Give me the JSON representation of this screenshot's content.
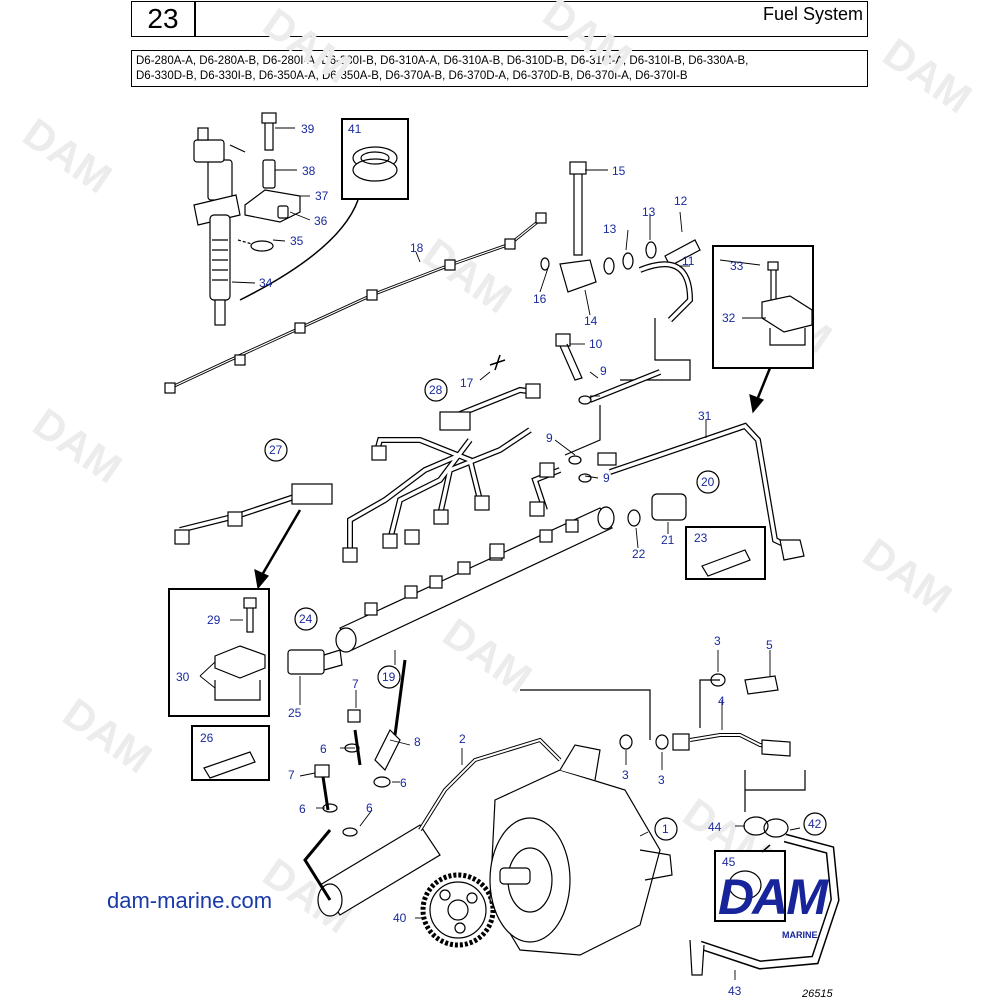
{
  "header": {
    "page_number": "23",
    "title": "Fuel System",
    "models_line1": "D6-280A-A, D6-280A-B, D6-280I-A, D6-280I-B, D6-310A-A, D6-310A-B, D6-310D-B, D6-310I-A, D6-310I-B, D6-330A-B,",
    "models_line2": "D6-330D-B, D6-330I-B, D6-350A-A, D6-350A-B, D6-370A-B, D6-370D-A, D6-370D-B, D6-370I-A, D6-370I-B"
  },
  "callouts": {
    "c1": "1",
    "c2": "2",
    "c3a": "3",
    "c3b": "3",
    "c3c": "3",
    "c4": "4",
    "c5": "5",
    "c6a": "6",
    "c6b": "6",
    "c6c": "6",
    "c6d": "6",
    "c7a": "7",
    "c7b": "7",
    "c8": "8",
    "c9a": "9",
    "c9b": "9",
    "c9c": "9",
    "c10": "10",
    "c11": "11",
    "c12": "12",
    "c13a": "13",
    "c13b": "13",
    "c14": "14",
    "c15": "15",
    "c16": "16",
    "c17": "17",
    "c18": "18",
    "c19": "19",
    "c20": "20",
    "c21": "21",
    "c22": "22",
    "c23": "23",
    "c24": "24",
    "c25": "25",
    "c26": "26",
    "c27": "27",
    "c28": "28",
    "c29": "29",
    "c30": "30",
    "c31": "31",
    "c32": "32",
    "c33": "33",
    "c34": "34",
    "c35": "35",
    "c36": "36",
    "c37": "37",
    "c38": "38",
    "c39": "39",
    "c40": "40",
    "c41": "41",
    "c42": "42",
    "c43": "43",
    "c44": "44",
    "c45": "45"
  },
  "watermark": "DAM",
  "footer": {
    "website": "dam-marine.com",
    "logo": "DAM",
    "logo_sub": "MARINE",
    "drawing_number": "26515"
  },
  "colors": {
    "callout": "#1a2a9e",
    "logo": "#17249a",
    "watermark": "#ececec"
  }
}
